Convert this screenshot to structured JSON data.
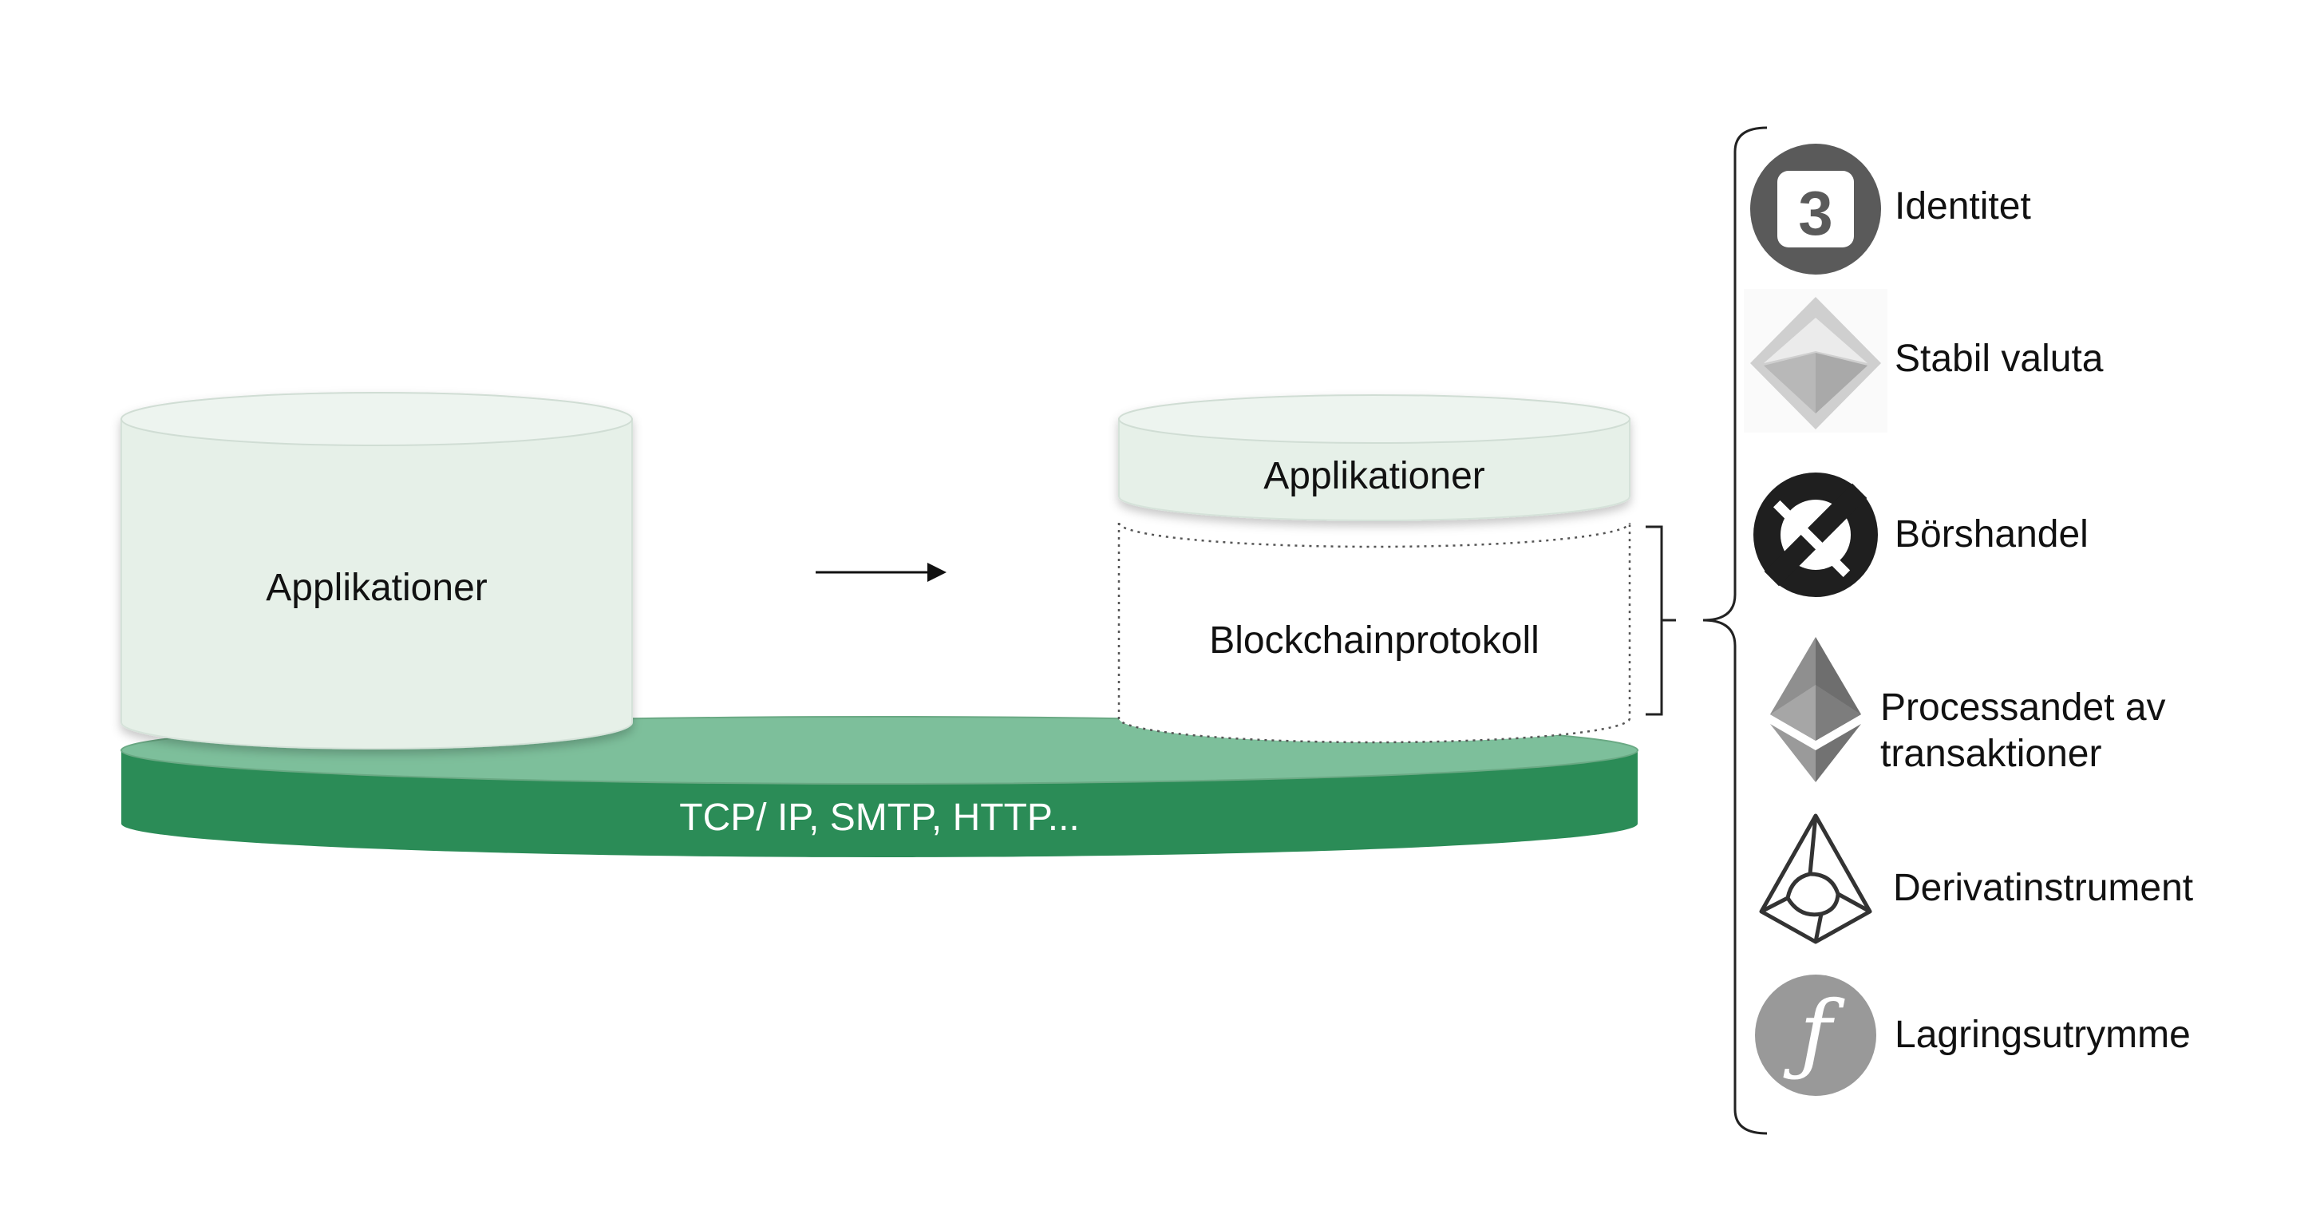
{
  "left_stack": {
    "applications_label": "Applikationer"
  },
  "right_stack": {
    "applications_label": "Applikationer",
    "protocol_label": "Blockchainprotokoll"
  },
  "base_layer": {
    "label": "TCP/ IP, SMTP, HTTP..."
  },
  "use_cases": [
    {
      "label": "Identitet",
      "icon": "badge-3-icon"
    },
    {
      "label": "Stabil valuta",
      "icon": "diamond-chevron-icon"
    },
    {
      "label": "Börshandel",
      "icon": "cross-ring-icon"
    },
    {
      "label_lines": [
        "Processandet av",
        "transaktioner"
      ],
      "icon": "ethereum-diamond-icon"
    },
    {
      "label": "Derivatinstrument",
      "icon": "triangle-ring-icon"
    },
    {
      "label": "Lagringsutrymme",
      "icon": "script-f-icon"
    }
  ],
  "colors": {
    "app_fill": "#e6f0e8",
    "app_top": "#edf4ef",
    "base_top": "#7dbf9b",
    "base_side": "#2b8c57",
    "icon_dark": "#5a5a5a",
    "icon_black": "#1f1f1f",
    "icon_grey": "#999999"
  }
}
